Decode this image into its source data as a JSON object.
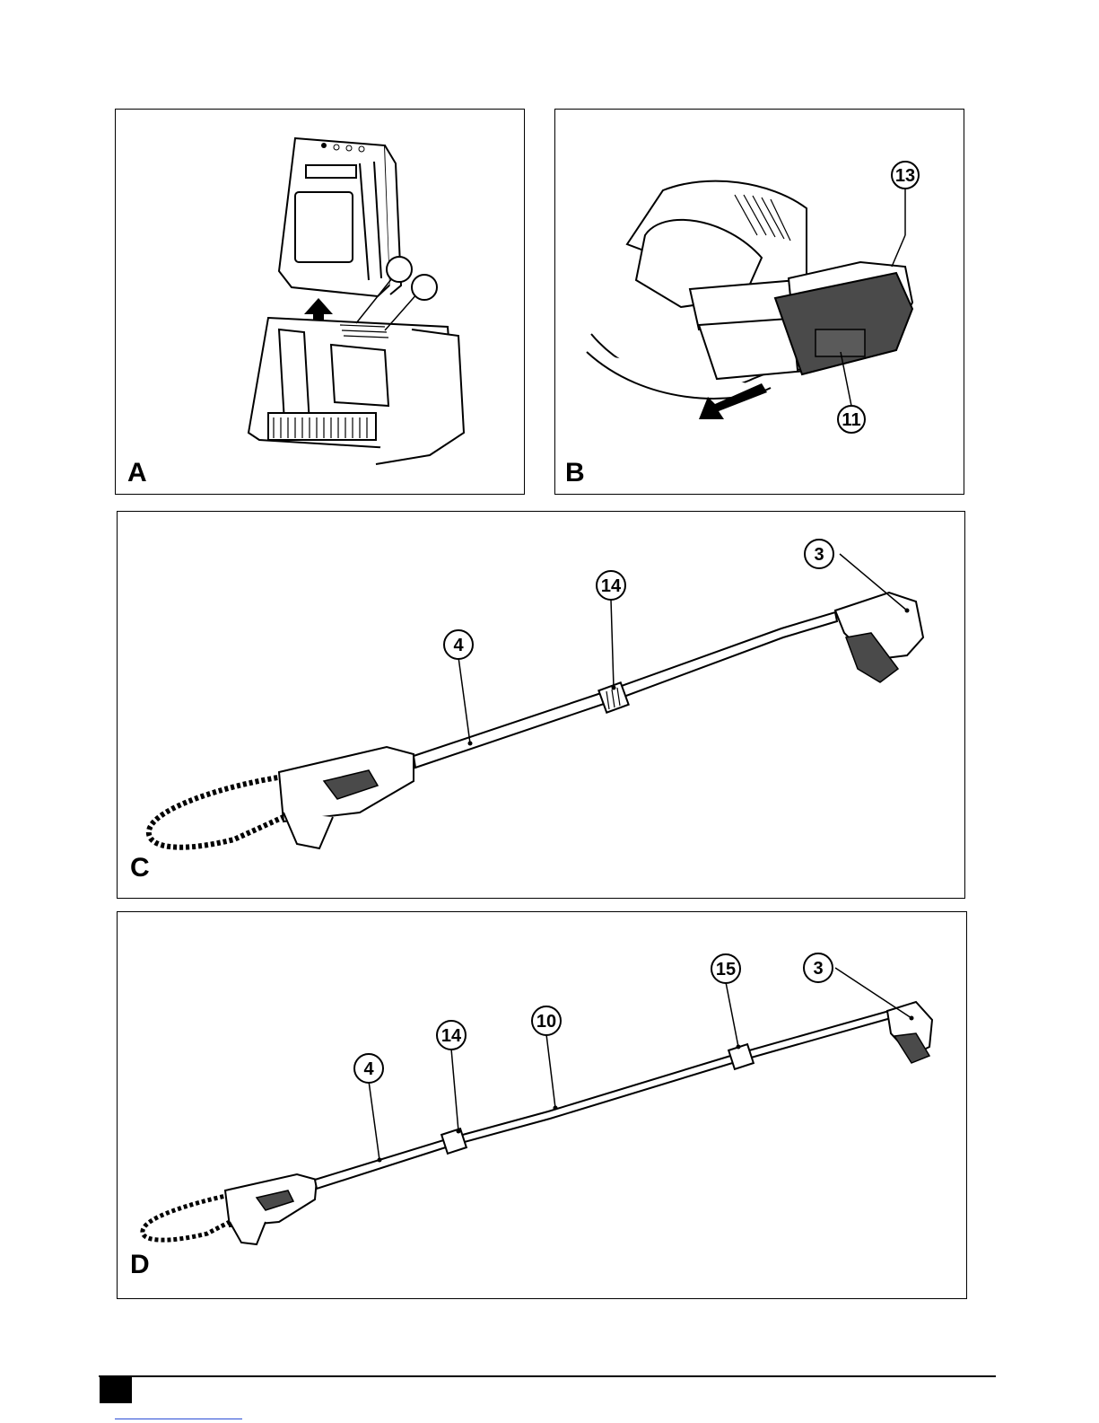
{
  "panels": [
    {
      "letter": "A",
      "callouts": [
        "",
        ""
      ]
    },
    {
      "letter": "B",
      "callouts": [
        "13",
        "11"
      ]
    },
    {
      "letter": "C",
      "callouts": [
        "3",
        "14",
        "4"
      ]
    },
    {
      "letter": "D",
      "callouts": [
        "15",
        "3",
        "10",
        "14",
        "4"
      ]
    }
  ],
  "colors": {
    "line": "#000000",
    "fill_dark": "#4a4a4a",
    "fill_light": "#f2f2f2",
    "link": "#2a4cd6"
  }
}
